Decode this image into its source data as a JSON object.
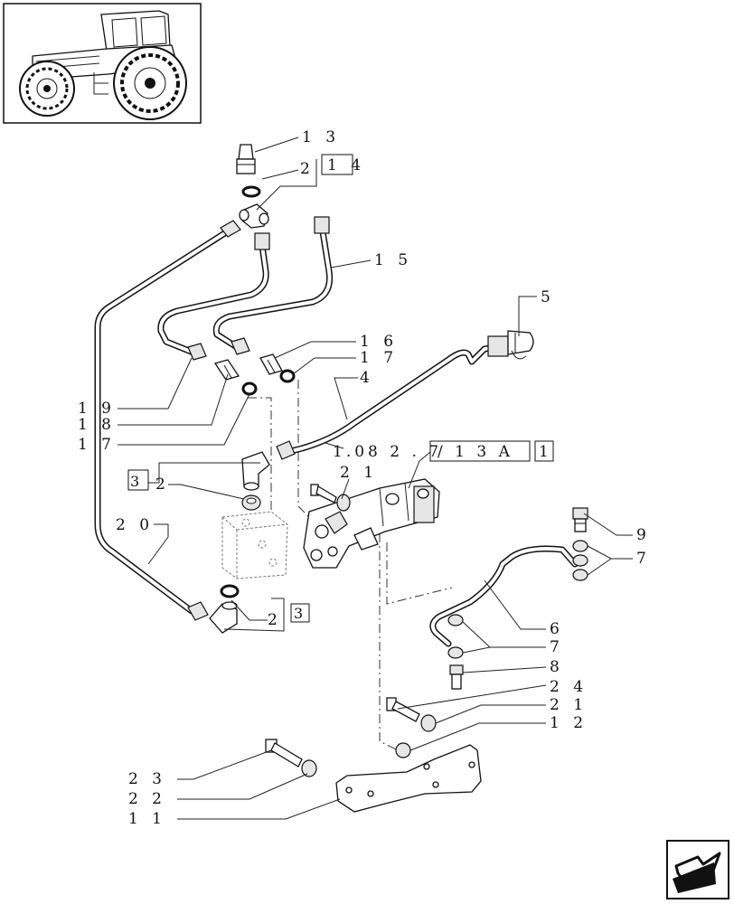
{
  "callouts": [
    {
      "id": "c13",
      "text": "1 3"
    },
    {
      "id": "c2a",
      "text": "2"
    },
    {
      "id": "c14",
      "text": "1 4"
    },
    {
      "id": "c15",
      "text": "1 5"
    },
    {
      "id": "c5",
      "text": "5"
    },
    {
      "id": "c16",
      "text": "1 6"
    },
    {
      "id": "c17a",
      "text": "1 7"
    },
    {
      "id": "c4",
      "text": "4"
    },
    {
      "id": "c19",
      "text": "1 9"
    },
    {
      "id": "c18",
      "text": "1 8"
    },
    {
      "id": "c17b",
      "text": "1 7"
    },
    {
      "id": "c3a",
      "text": "3"
    },
    {
      "id": "c2b",
      "text": "2"
    },
    {
      "id": "c21a",
      "text": "2 1"
    },
    {
      "id": "c20",
      "text": "2 0"
    },
    {
      "id": "c2c",
      "text": "2"
    },
    {
      "id": "c3b",
      "text": "3"
    },
    {
      "id": "c9",
      "text": "9"
    },
    {
      "id": "c7a",
      "text": "7"
    },
    {
      "id": "c6",
      "text": "6"
    },
    {
      "id": "c7b",
      "text": "7"
    },
    {
      "id": "c8",
      "text": "8"
    },
    {
      "id": "c24",
      "text": "2 4"
    },
    {
      "id": "c21b",
      "text": "2 1"
    },
    {
      "id": "c12",
      "text": "1 2"
    },
    {
      "id": "c23",
      "text": "2 3"
    },
    {
      "id": "c22",
      "text": "2 2"
    },
    {
      "id": "c11",
      "text": "1 1"
    }
  ],
  "reference": {
    "prefix": "1.08 2 . 7",
    "middle": "/ 1 3 A",
    "suffix": "1"
  },
  "icons": {
    "thumbnail": "tractor-thumbnail",
    "next_page": "next-page-arrow-icon"
  }
}
